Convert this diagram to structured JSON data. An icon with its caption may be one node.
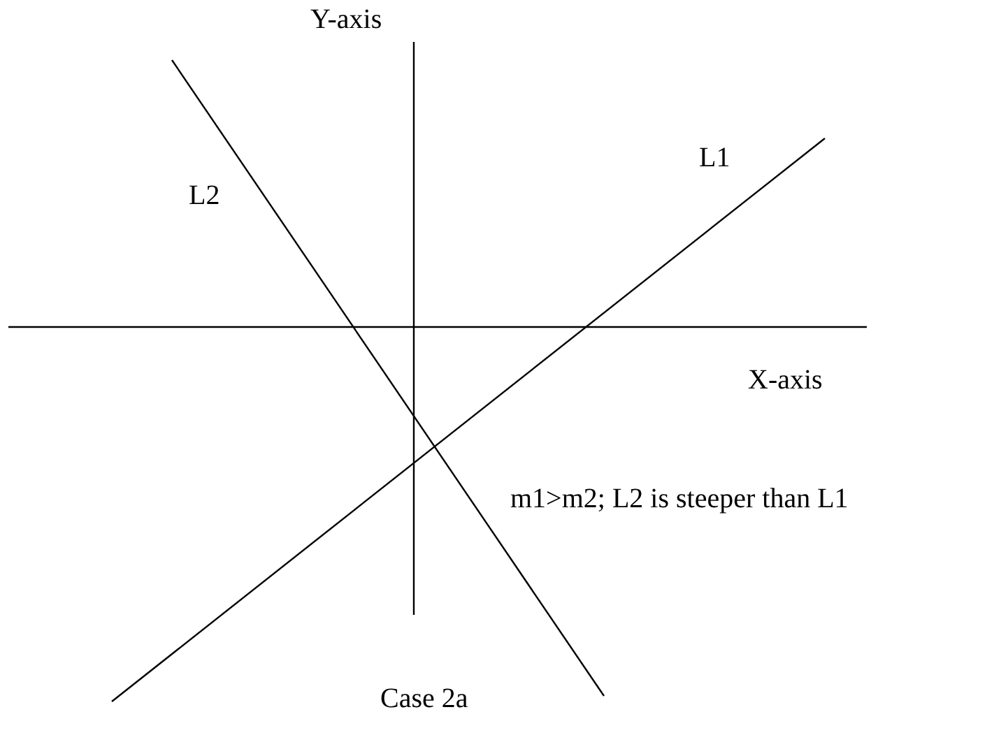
{
  "diagram": {
    "caption": "Case 2a",
    "labels": [
      "Y-axis",
      "L2",
      "L1",
      "X-axis",
      "m1>m2; L2 is steeper than L1"
    ]
  }
}
